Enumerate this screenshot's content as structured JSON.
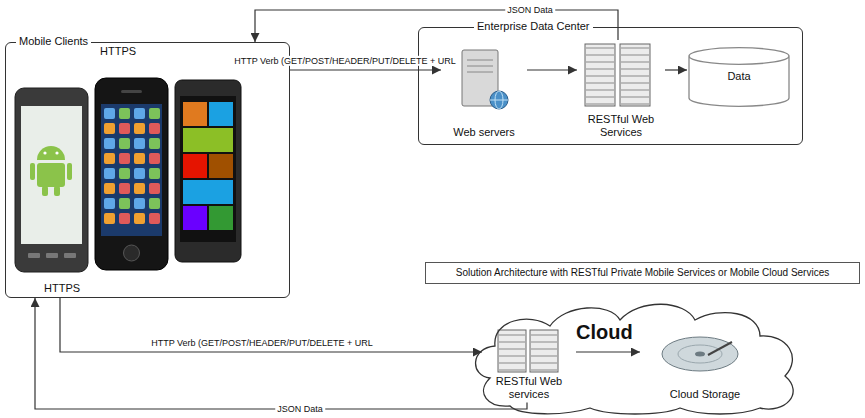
{
  "diagram": {
    "nodes": [
      {
        "text": [
          "Mobile Clients"
        ]
      },
      {
        "text": [
          "Enterprise Data Center"
        ]
      },
      {
        "text": [
          "Web servers"
        ],
        "in": 1
      },
      {
        "text": [
          "RESTful Web Services"
        ],
        "in": 1
      },
      {
        "text": [
          "Data"
        ],
        "in": 1
      },
      {
        "text": [
          "Solution Architecture with RESTful Private Mobile Services or Mobile Cloud Services"
        ]
      },
      {
        "text": [
          "Cloud"
        ]
      },
      {
        "text": [
          "RESTful Web services"
        ],
        "in": 6
      },
      {
        "text": [
          "Cloud Storage"
        ],
        "in": 6
      }
    ],
    "edges": [
      {
        "from": 0,
        "to": 2,
        "label": "HTTP Verb (GET/POST/HEADER/PUT/DELETE + URL",
        "arrow": "to"
      },
      {
        "from": 2,
        "to": 3,
        "arrow": "to"
      },
      {
        "from": 3,
        "to": 4,
        "arrow": "to"
      },
      {
        "from": 3,
        "to": 0,
        "label": "JSON Data",
        "arrow": "to"
      },
      {
        "from": 0,
        "to": 7,
        "label": "HTTP Verb (GET/POST/HEADER/PUT/DELETE + URL",
        "arrow": "to"
      },
      {
        "from": 7,
        "to": 8,
        "arrow": "to"
      },
      {
        "from": 7,
        "to": 0,
        "label": "JSON Data",
        "arrow": "to"
      }
    ],
    "labels": [
      "HTTPS",
      "HTTPS"
    ]
  }
}
